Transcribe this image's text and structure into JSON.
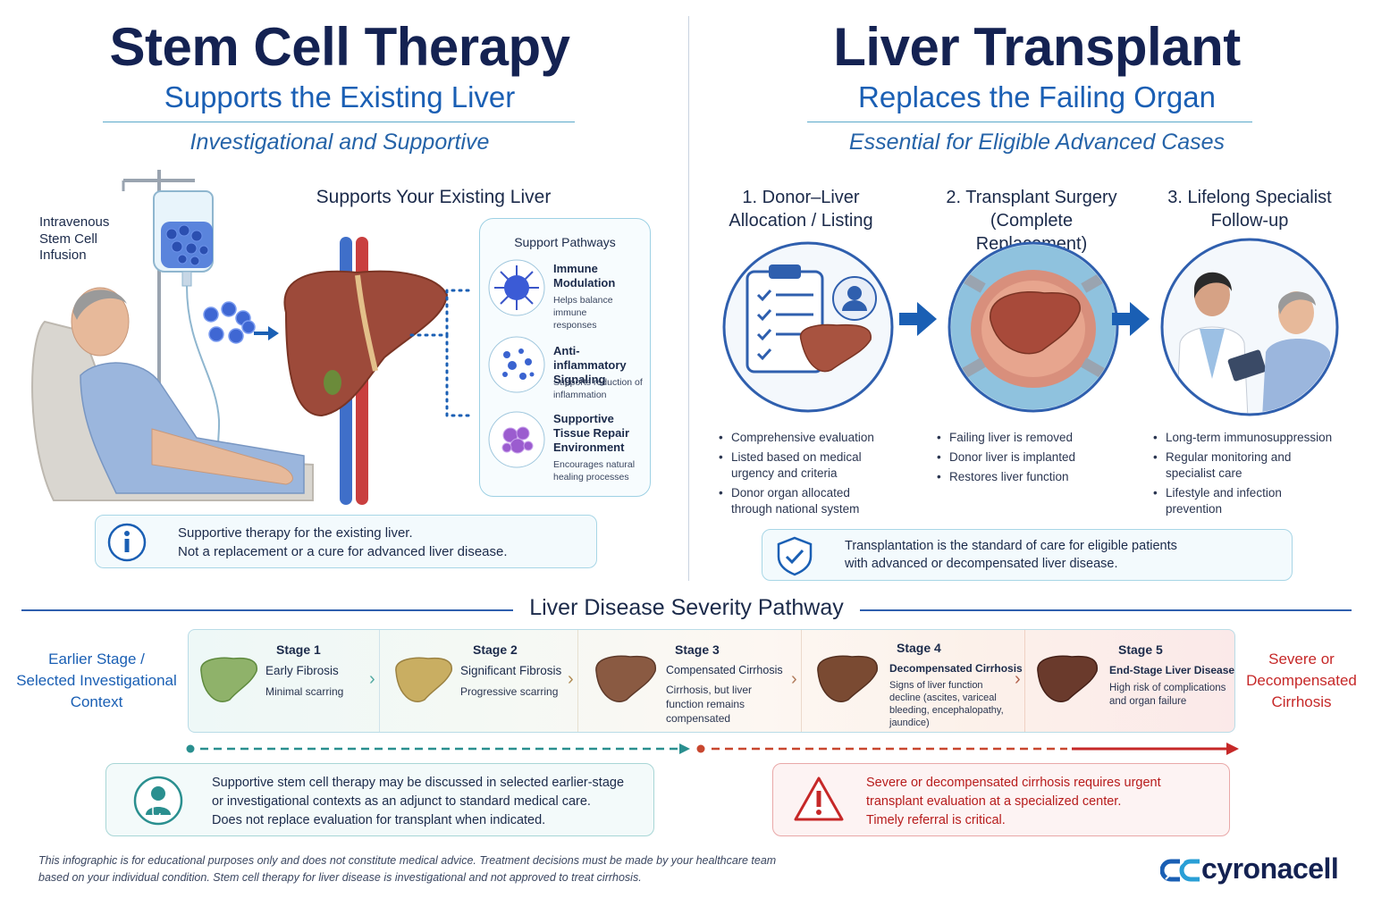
{
  "left": {
    "title": "Stem Cell Therapy",
    "subtitle": "Supports the Existing Liver",
    "tagline": "Investigational and Supportive",
    "infusion_label": [
      "Intravenous",
      "Stem Cell",
      "Infusion"
    ],
    "section_head": "Supports Your Existing Liver",
    "pathways": {
      "title": "Support Pathways",
      "items": [
        {
          "name": [
            "Immune",
            "Modulation"
          ],
          "desc": [
            "Helps balance immune",
            "responses"
          ]
        },
        {
          "name": [
            "Anti-inflammatory",
            "Signaling"
          ],
          "desc": [
            "Supports reduction of",
            "inflammation"
          ]
        },
        {
          "name": [
            "Supportive",
            "Tissue Repair",
            "Environment"
          ],
          "desc": [
            "Encourages natural",
            "healing processes"
          ]
        }
      ]
    },
    "note": [
      "Supportive therapy for the existing liver.",
      "Not a replacement or a cure for advanced liver disease."
    ]
  },
  "right": {
    "title": "Liver Transplant",
    "subtitle": "Replaces the Failing Organ",
    "tagline": "Essential for Eligible Advanced Cases",
    "steps": [
      {
        "title": [
          "1. Donor–Liver",
          "Allocation / Listing"
        ],
        "bullets": [
          [
            "Comprehensive evaluation"
          ],
          [
            "Listed based on medical",
            "urgency and criteria"
          ],
          [
            "Donor organ allocated",
            "through national system"
          ]
        ]
      },
      {
        "title": [
          "2. Transplant Surgery",
          "(Complete Replacement)"
        ],
        "bullets": [
          [
            "Failing liver is removed"
          ],
          [
            "Donor liver is implanted"
          ],
          [
            "Restores liver function"
          ]
        ]
      },
      {
        "title": [
          "3. Lifelong Specialist",
          "Follow-up"
        ],
        "bullets": [
          [
            "Long-term immunosuppression"
          ],
          [
            "Regular monitoring and",
            "specialist care"
          ],
          [
            "Lifestyle and infection",
            "prevention"
          ]
        ]
      }
    ],
    "note": [
      "Transplantation is the standard of care for eligible patients",
      "with advanced or decompensated liver disease."
    ]
  },
  "severity": {
    "title": "Liver Disease Severity Pathway",
    "left_label": [
      "Earlier Stage /",
      "Selected Investigational",
      "Context"
    ],
    "right_label": [
      "Severe or",
      "Decompensated",
      "Cirrhosis"
    ],
    "stages": [
      {
        "name": "Stage 1",
        "sub": "Early Fibrosis",
        "desc": [
          "Minimal scarring"
        ]
      },
      {
        "name": "Stage 2",
        "sub": "Significant Fibrosis",
        "desc": [
          "Progressive scarring"
        ]
      },
      {
        "name": "Stage 3",
        "sub": "Compensated Cirrhosis",
        "desc": [
          "Cirrhosis, but liver",
          "function remains",
          "compensated"
        ]
      },
      {
        "name": "Stage 4",
        "sub": "Decompensated Cirrhosis",
        "desc": [
          "Signs of liver function",
          "decline (ascites, variceal",
          "bleeding, encephalopathy,",
          "jaundice)"
        ]
      },
      {
        "name": "Stage 5",
        "sub": "End-Stage Liver Disease",
        "desc": [
          "High risk of complications",
          "and organ failure"
        ]
      }
    ],
    "left_note": [
      "Supportive stem cell therapy may be discussed in selected earlier-stage",
      "or investigational contexts as an adjunct to standard medical care.",
      "Does not replace evaluation for transplant when indicated."
    ],
    "right_note": [
      "Severe or decompensated cirrhosis requires urgent",
      "transplant evaluation at a specialized center.",
      "Timely referral is critical."
    ]
  },
  "footer": {
    "disclaimer": [
      "This infographic is for educational purposes only and does not constitute medical advice. Treatment decisions must be made by your healthcare team",
      "based on your individual condition. Stem cell therapy for liver disease is investigational and not approved to treat cirrhosis."
    ],
    "brand": "cyronacell"
  },
  "colors": {
    "navy": "#142252",
    "blue": "#1a5fb4",
    "teal": "#2a9d8f",
    "red": "#c62828"
  }
}
